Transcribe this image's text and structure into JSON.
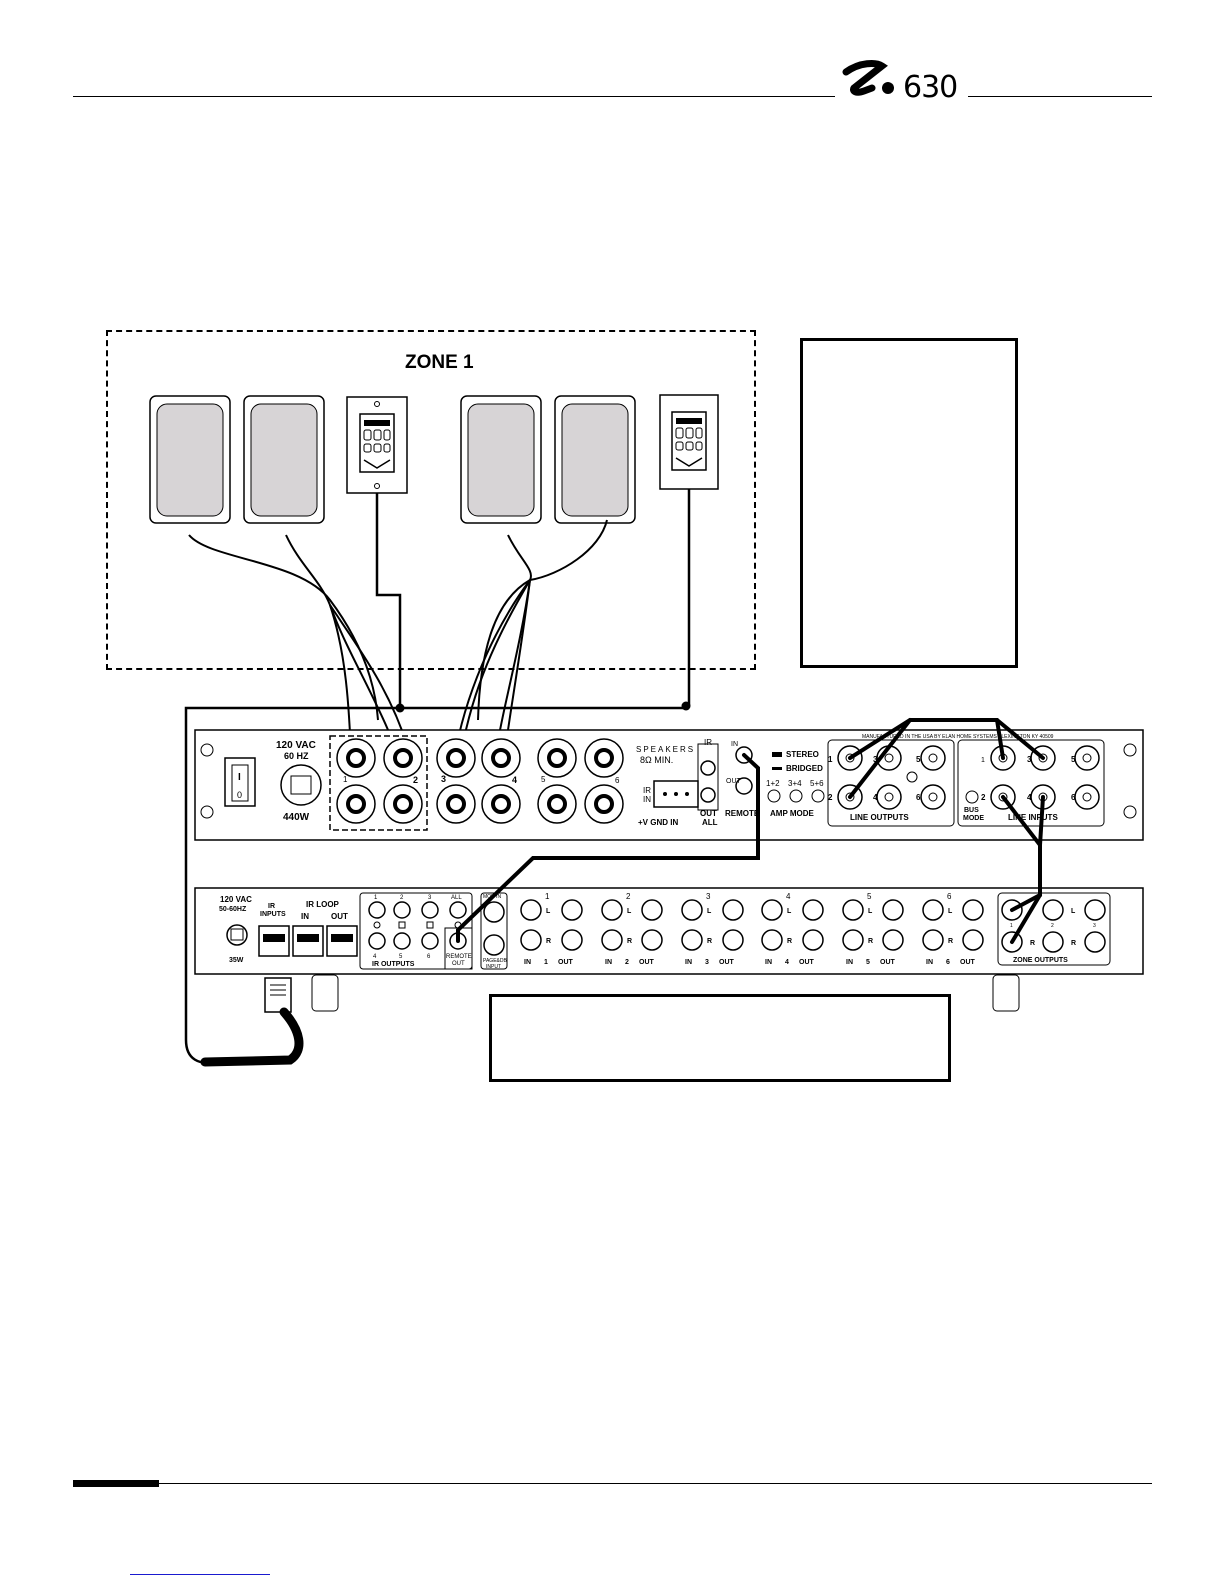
{
  "header": {
    "model": "630"
  },
  "zone": {
    "title": "ZONE 1"
  },
  "amp_panel": {
    "power_label_1": "120 VAC",
    "power_label_2": "60 HZ",
    "wattage": "440W",
    "switch_on": "I",
    "switch_off": "0",
    "speakers_label": "SPEAKERS",
    "speakers_min": "8Ω MIN.",
    "ir_in": "IR\nIN",
    "ir_label": "IR",
    "in_label": "IN",
    "out_label": "OUT",
    "out_all": "OUT\nALL",
    "remote": "REMOTE",
    "terminal_label": "+V GND IN",
    "stereo": "STEREO",
    "bridged": "BRIDGED",
    "amp_mode": "AMP MODE",
    "mode_pairs": [
      "1+2",
      "3+4",
      "5+6"
    ],
    "line_outputs": "LINE OUTPUTS",
    "line_inputs": "LINE INPUTS",
    "bus_mode": "BUS\nMODE",
    "manufacturer": "MANUFACTURED IN THE USA BY ELAN HOME SYSTEMS • LEXINGTON KY 40509",
    "speaker_numbers": [
      "1",
      "2",
      "3",
      "4",
      "5",
      "6"
    ]
  },
  "controller_panel": {
    "power_label_1": "120 VAC",
    "power_label_2": "50-60HZ",
    "wattage": "35W",
    "ir_inputs": "IR\nINPUTS",
    "ir_loop": "IR LOOP",
    "in_label": "IN",
    "out_label": "OUT",
    "ir_outputs": "IR OUTPUTS",
    "ir_out_numbers": [
      "1",
      "2",
      "3",
      "ALL",
      "4",
      "5",
      "6"
    ],
    "remote_out": "REMOTE\nOUT",
    "moh_in": "MOH IN",
    "page_db_input": "PAGE&DB\nINPUT",
    "zone_outputs": "ZONE OUTPUTS",
    "source_numbers": [
      "1",
      "2",
      "3",
      "4",
      "5",
      "6"
    ],
    "in": "IN",
    "out": "OUT",
    "l": "L",
    "r": "R"
  },
  "colors": {
    "ink": "#000000",
    "speaker_fill": "#d7d4d6",
    "footer_link": "#1a1ad0"
  }
}
